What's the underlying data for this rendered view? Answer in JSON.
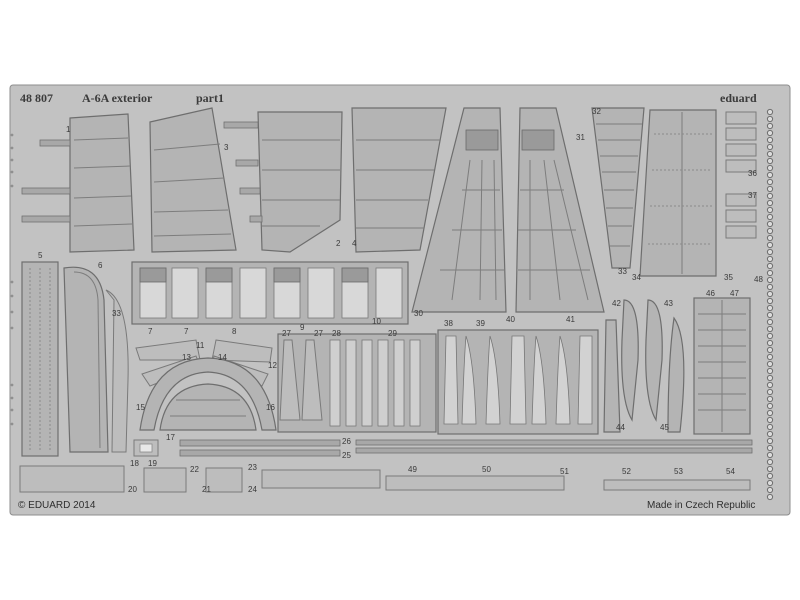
{
  "header": {
    "set_number": "48 807",
    "title": "A-6A exterior",
    "part_label": "part1",
    "brand": "eduard"
  },
  "footer": {
    "copyright": "© EDUARD 2014",
    "origin": "Made in Czech Republic"
  },
  "part_numbers": [
    "1",
    "2",
    "3",
    "4",
    "5",
    "6",
    "7",
    "7",
    "8",
    "9",
    "10",
    "11",
    "12",
    "13",
    "14",
    "15",
    "16",
    "17",
    "18",
    "19",
    "20",
    "21",
    "22",
    "23",
    "24",
    "25",
    "26",
    "27",
    "27",
    "28",
    "29",
    "30",
    "31",
    "32",
    "33",
    "33",
    "34",
    "35",
    "36",
    "37",
    "38",
    "39",
    "40",
    "41",
    "42",
    "43",
    "44",
    "45",
    "46",
    "47",
    "48",
    "49",
    "50",
    "51",
    "52",
    "53",
    "54"
  ],
  "colors": {
    "background": "#ffffff",
    "sheet": "#c2c2c2",
    "part": "#b4b4b4",
    "outline": "#6e6e6e"
  }
}
